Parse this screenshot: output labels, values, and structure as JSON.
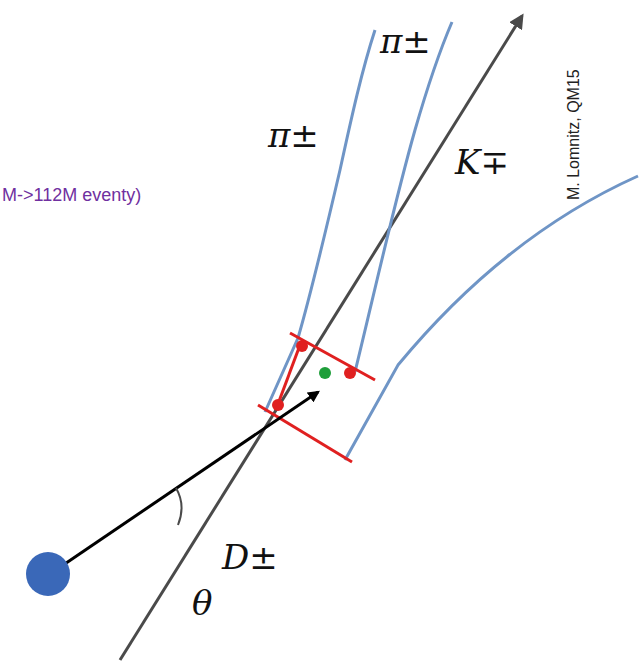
{
  "diagram": {
    "labels": [
      "M->112M eventy)",
      "π±",
      "π±",
      "K∓",
      "D±",
      "θ",
      "M. Lomnitz, QM15"
    ]
  }
}
